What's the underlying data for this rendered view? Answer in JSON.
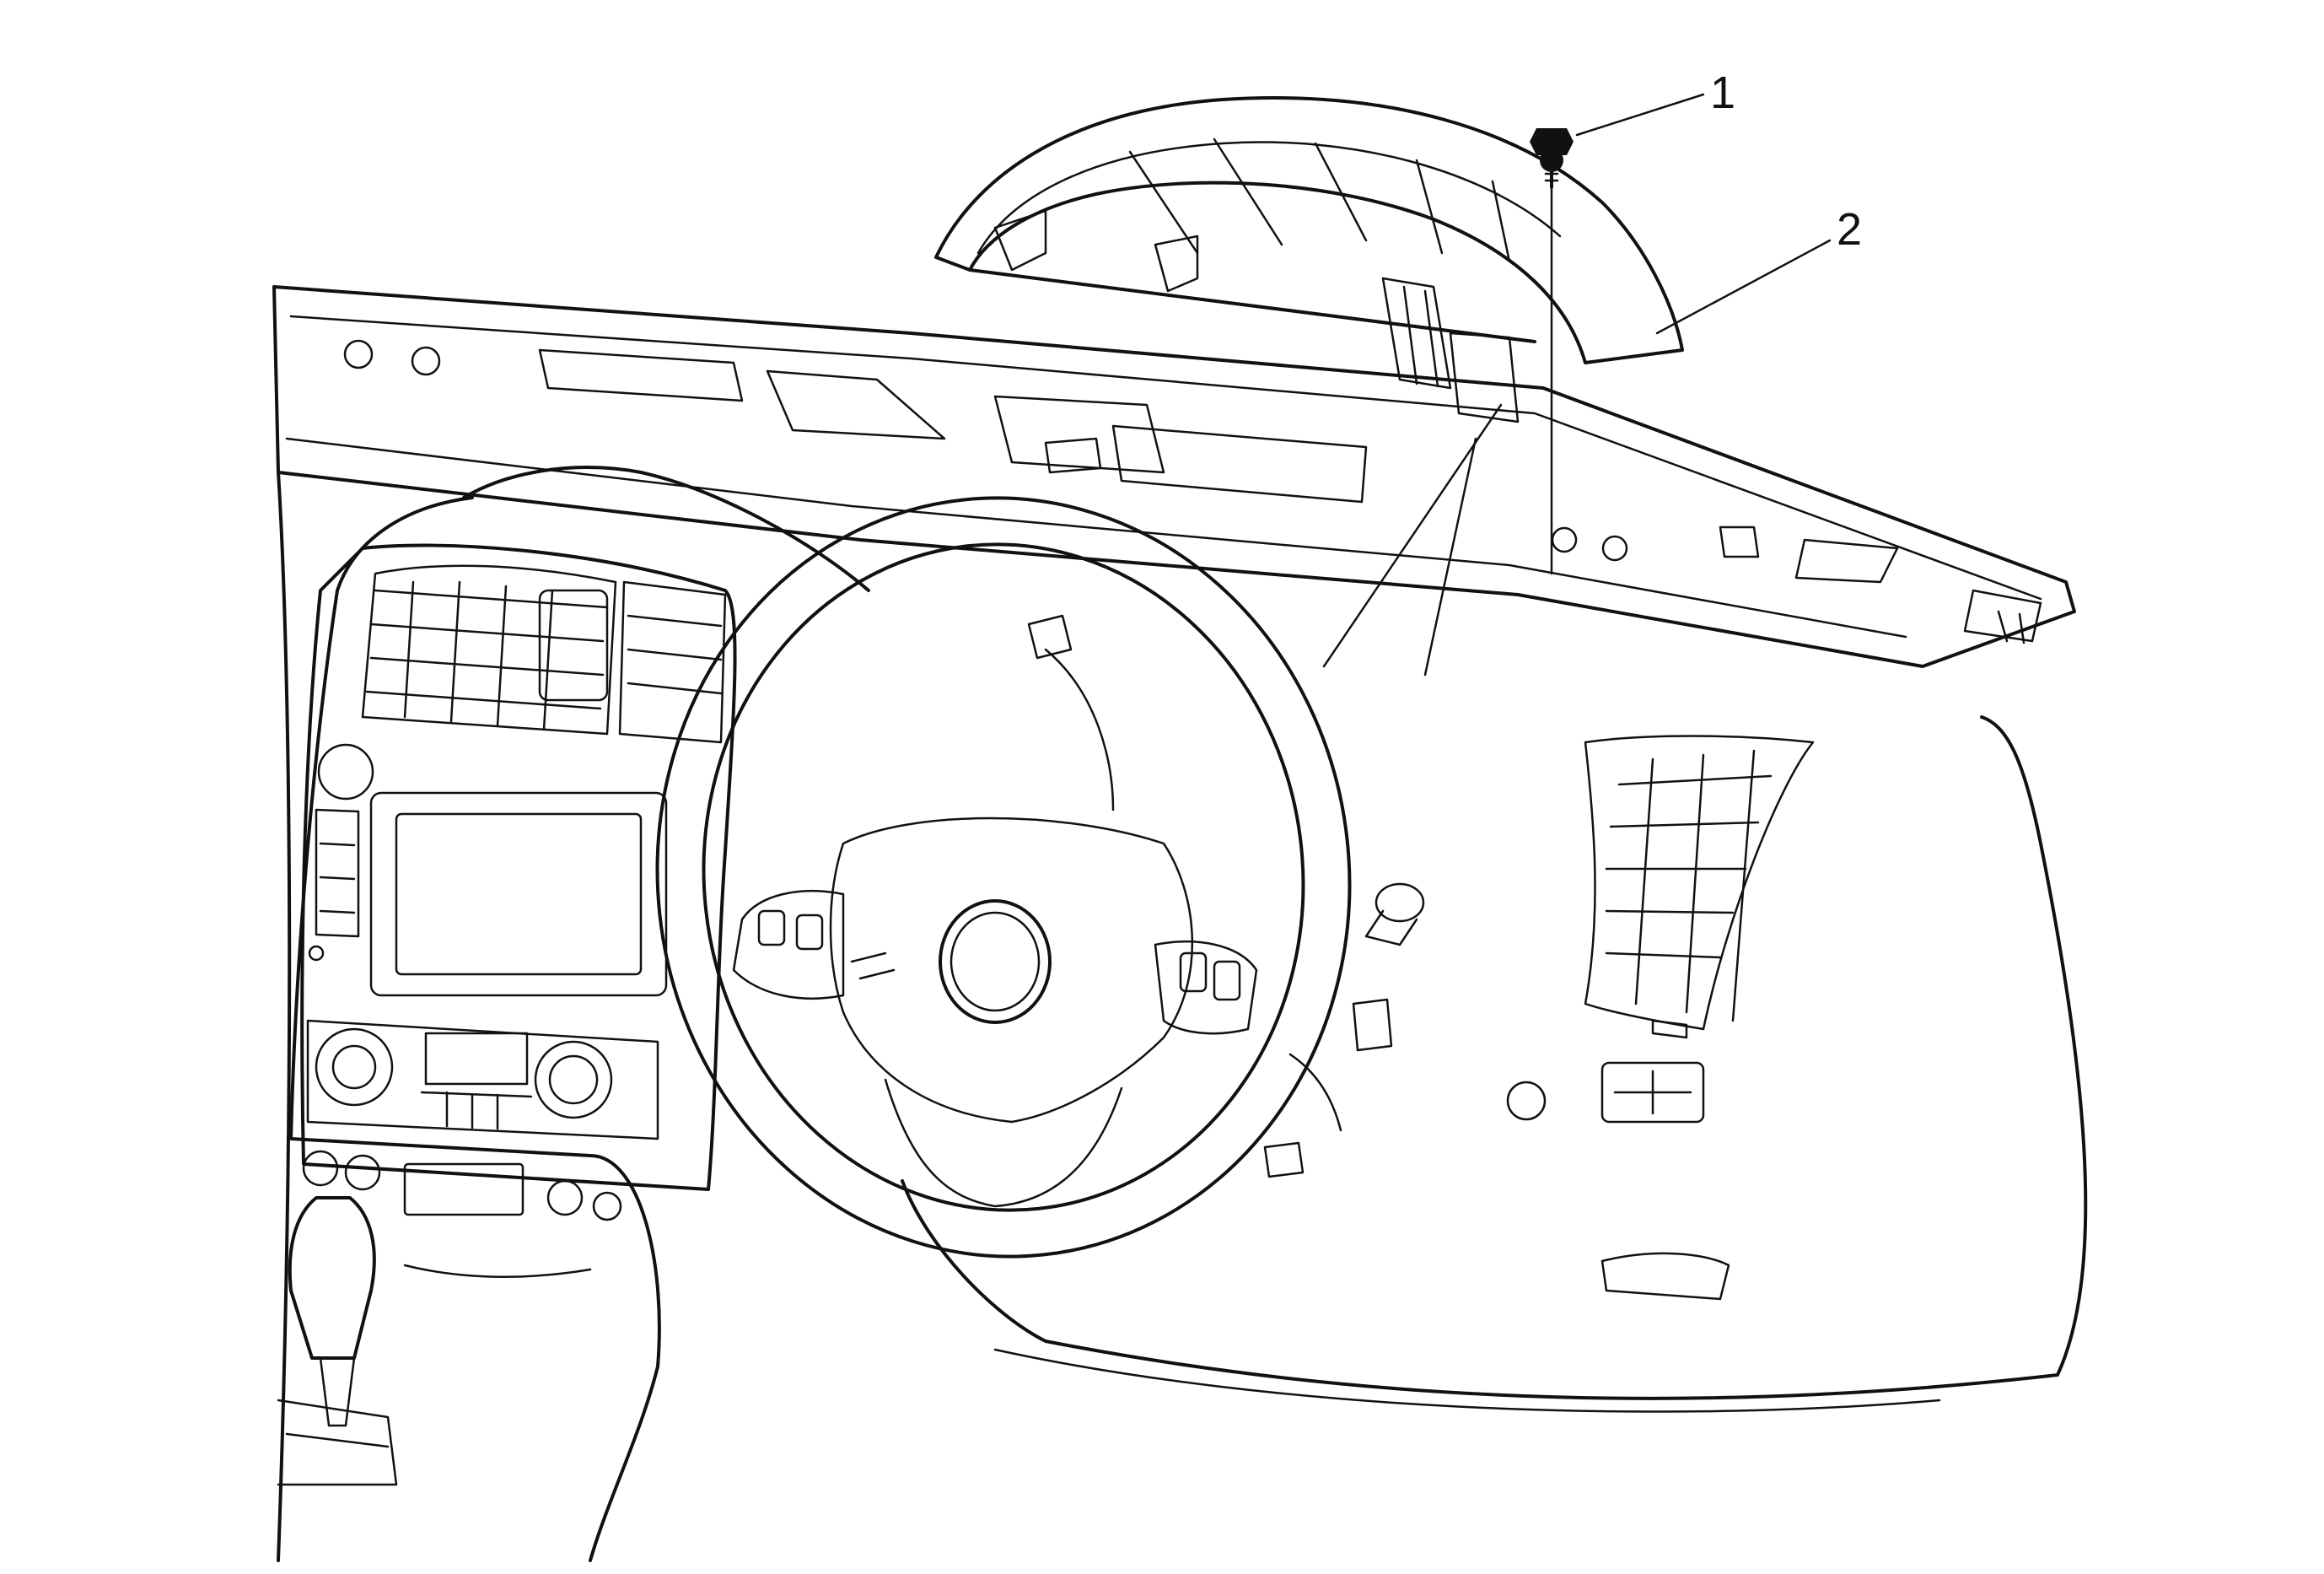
{
  "callouts": [
    {
      "label": "1",
      "part": "fastener"
    },
    {
      "label": "2",
      "part": "instrument-panel-upper-trim-cover"
    }
  ],
  "colors": {
    "line": "#111111",
    "background": "#ffffff"
  }
}
